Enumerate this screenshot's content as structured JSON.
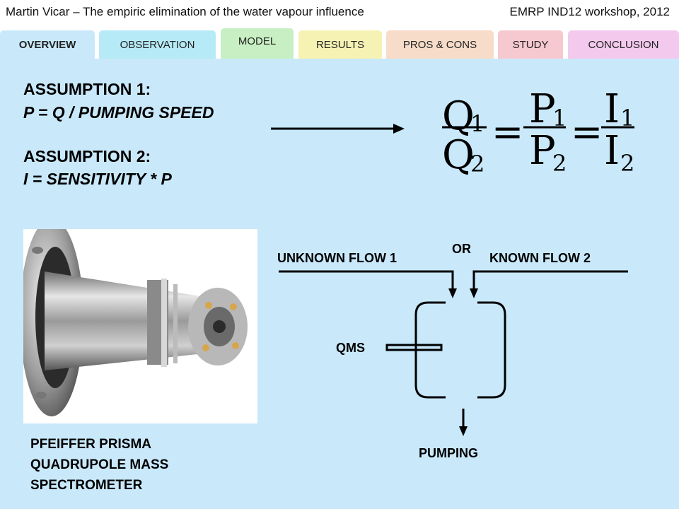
{
  "header": {
    "left": "Martin Vicar – The empiric elimination of the water vapour influence",
    "right": "EMRP IND12 workshop, 2012"
  },
  "tabs": [
    {
      "label": "OVERVIEW",
      "color": "#c9e9fb",
      "active": true
    },
    {
      "label": "OBSERVATION",
      "color": "#b6eaf6"
    },
    {
      "label": "MODEL",
      "color": "#c8efc3"
    },
    {
      "label": "RESULTS",
      "color": "#f6f2b4"
    },
    {
      "label": "PROS & CONS",
      "color": "#f7dcc9"
    },
    {
      "label": "STUDY",
      "color": "#f6c8cf"
    },
    {
      "label": "CONCLUSION",
      "color": "#f3c9ed"
    }
  ],
  "assumptions": {
    "a1_title": "ASSUMPTION 1:",
    "a1_formula": "P = Q / PUMPING SPEED",
    "a2_title": "ASSUMPTION 2:",
    "a2_formula": "I = SENSITIVITY * P"
  },
  "equation": {
    "q_num": "Q",
    "q_num_sub": "1",
    "q_den": "Q",
    "q_den_sub": "2",
    "p_num": "P",
    "p_num_sub": "1",
    "p_den": "P",
    "p_den_sub": "2",
    "i_num": "I",
    "i_num_sub": "1",
    "i_den": "I",
    "i_den_sub": "2",
    "eq1": "=",
    "eq2": "="
  },
  "photo_caption": [
    "PFEIFFER PRISMA",
    "QUADRUPOLE MASS",
    "SPECTROMETER"
  ],
  "diagram": {
    "flow1": "UNKNOWN FLOW 1",
    "or": "OR",
    "flow2": "KNOWN FLOW 2",
    "qms": "QMS",
    "pumping": "PUMPING"
  }
}
